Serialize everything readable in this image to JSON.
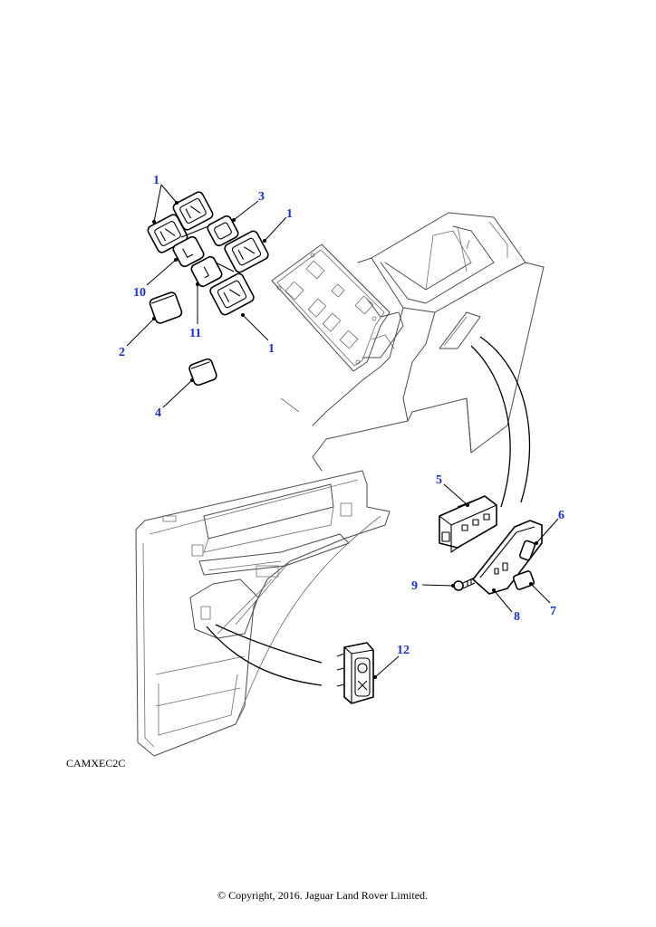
{
  "diagram": {
    "callouts": {
      "c1a": "1",
      "c1b": "1",
      "c1c": "1",
      "c2": "2",
      "c3": "3",
      "c4": "4",
      "c5": "5",
      "c6": "6",
      "c7": "7",
      "c8": "8",
      "c9": "9",
      "c10": "10",
      "c11": "11",
      "c12": "12"
    },
    "ref_code": "CAMXEC2C",
    "copyright": "© Copyright, 2016. Jaguar Land Rover Limited."
  },
  "colors": {
    "callout": "#1a2fd0",
    "line": "#000000",
    "background": "#ffffff"
  }
}
